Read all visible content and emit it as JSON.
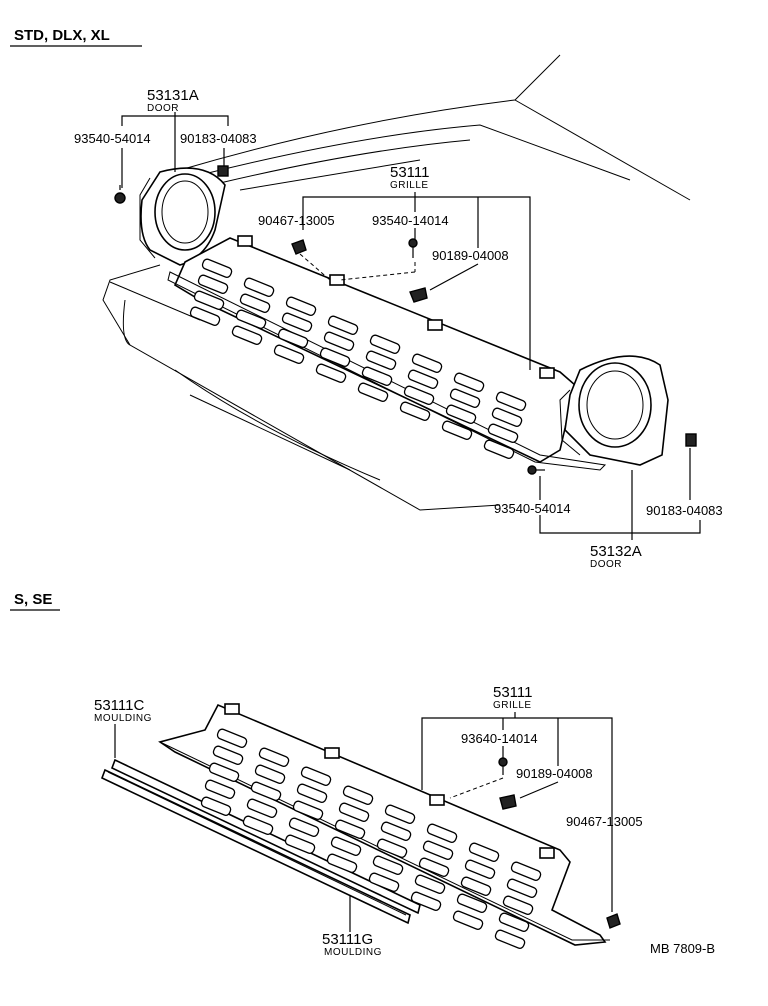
{
  "sections": {
    "top_heading": "STD, DLX, XL",
    "bottom_heading": "S, SE"
  },
  "top": {
    "door_left": {
      "part": "53131A",
      "name": "DOOR"
    },
    "screw_left": "93540-54014",
    "clip_left": "90183-04083",
    "grille": {
      "part": "53111",
      "name": "GRILLE"
    },
    "nut": "90467-13005",
    "screw_center": "93540-14014",
    "clip_center": "90189-04008",
    "screw_right": "93540-54014",
    "clip_right": "90183-04083",
    "door_right": {
      "part": "53132A",
      "name": "DOOR"
    }
  },
  "bottom": {
    "moulding_upper": {
      "part": "53111C",
      "name": "MOULDING"
    },
    "grille": {
      "part": "53111",
      "name": "GRILLE"
    },
    "screw": "93640-14014",
    "clip": "90189-04008",
    "nut": "90467-13005",
    "moulding_lower": {
      "part": "53111G",
      "name": "MOULDING"
    }
  },
  "footer": {
    "code": "MB  7809-B"
  }
}
